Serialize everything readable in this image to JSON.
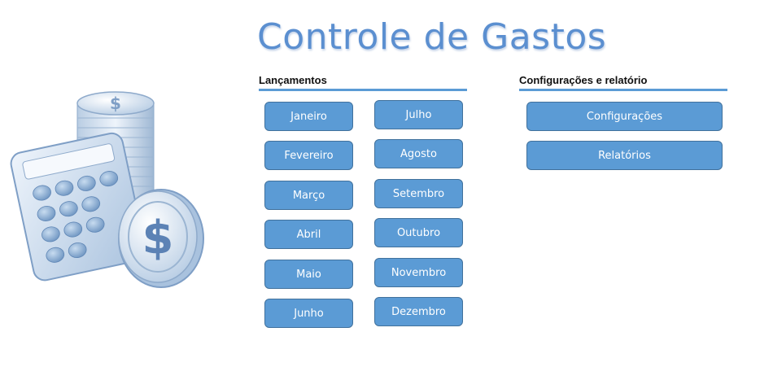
{
  "title": "Controle de Gastos",
  "launches": {
    "header": "Lançamentos",
    "months_left": [
      "Janeiro",
      "Fevereiro",
      "Março",
      "Abril",
      "Maio",
      "Junho"
    ],
    "months_right": [
      "Julho",
      "Agosto",
      "Setembro",
      "Outubro",
      "Novembro",
      "Dezembro"
    ]
  },
  "settings": {
    "header": "Configurações e relatório",
    "buttons": [
      "Configurações",
      "Relatórios"
    ]
  },
  "icons": [
    "calculator-icon",
    "coin-stack-icon",
    "dollar-coin-icon"
  ],
  "colors": {
    "accent": "#5b9bd5",
    "button_border": "#41719c",
    "title": "#5b8fd0"
  }
}
